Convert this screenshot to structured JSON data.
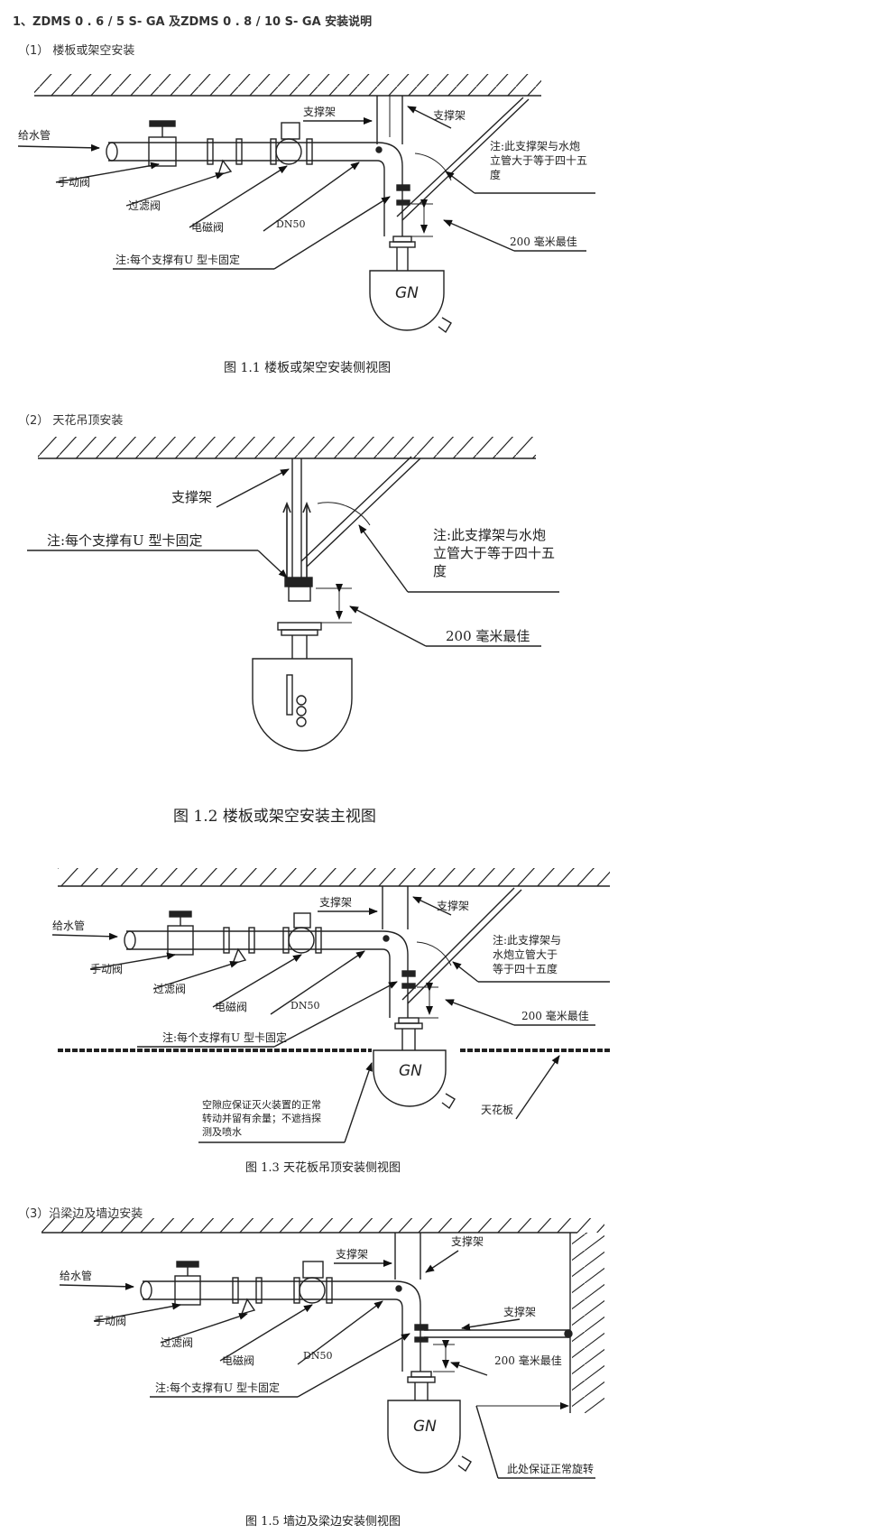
{
  "heading": "1、ZDMS 0 . 6 / 5 S- GA 及ZDMS 0 . 8 / 10 S- GA 安装说明",
  "sections": {
    "s1": "（1） 楼板或架空安装",
    "s2": "（2） 天花吊顶安装",
    "s3": "（3）沿梁边及墙边安装"
  },
  "fig1": {
    "water_pipe": "给水管",
    "manual_valve": "手动阀",
    "filter_valve": "过滤阀",
    "solenoid_valve": "电磁阀",
    "dn50": "DN50",
    "support_1": "支撑架",
    "support_2": "支撑架",
    "note_angle_1": "注:此支撑架与水炮",
    "note_angle_2": "立管大于等于四十五",
    "note_angle_3": "度",
    "best_200": "200 毫米最佳",
    "note_u": "注:每个支撑有U 型卡固定",
    "gn": "GN",
    "caption": "图 1.1  楼板或架空安装侧视图"
  },
  "fig2": {
    "support": "支撑架",
    "note_u": "注:每个支撑有U 型卡固定",
    "note_angle_1": "注:此支撑架与水炮",
    "note_angle_2": "立管大于等于四十五",
    "note_angle_3": "度",
    "best_200": "200 毫米最佳",
    "caption": "图 1.2  楼板或架空安装主视图"
  },
  "fig3": {
    "water_pipe": "给水管",
    "manual_valve": "手动阀",
    "filter_valve": "过滤阀",
    "solenoid_valve": "电磁阀",
    "dn50": "DN50",
    "support_1": "支撑架",
    "support_2": "支撑架",
    "note_angle_1": "注:此支撑架与",
    "note_angle_2": "水炮立管大于",
    "note_angle_3": "等于四十五度",
    "best_200": "200 毫米最佳",
    "note_u": "注:每个支撑有U 型卡固定",
    "gap_1": "空隙应保证灭火装置的正常",
    "gap_2": "转动并留有余量；不遮挡探",
    "gap_3": "测及喷水",
    "ceiling_board": "天花板",
    "gn": "GN",
    "caption": "图 1.3  天花板吊顶安装侧视图"
  },
  "fig5": {
    "water_pipe": "给水管",
    "manual_valve": "手动阀",
    "filter_valve": "过滤阀",
    "solenoid_valve": "电磁阀",
    "dn50": "DN50",
    "support_1": "支撑架",
    "support_2": "支撑架",
    "support_3": "支撑架",
    "best_200": "200 毫米最佳",
    "note_u": "注:每个支撑有U 型卡固定",
    "rotate_note": "此处保证正常旋转",
    "gn": "GN",
    "caption": "图 1.5  墙边及梁边安装侧视图"
  }
}
